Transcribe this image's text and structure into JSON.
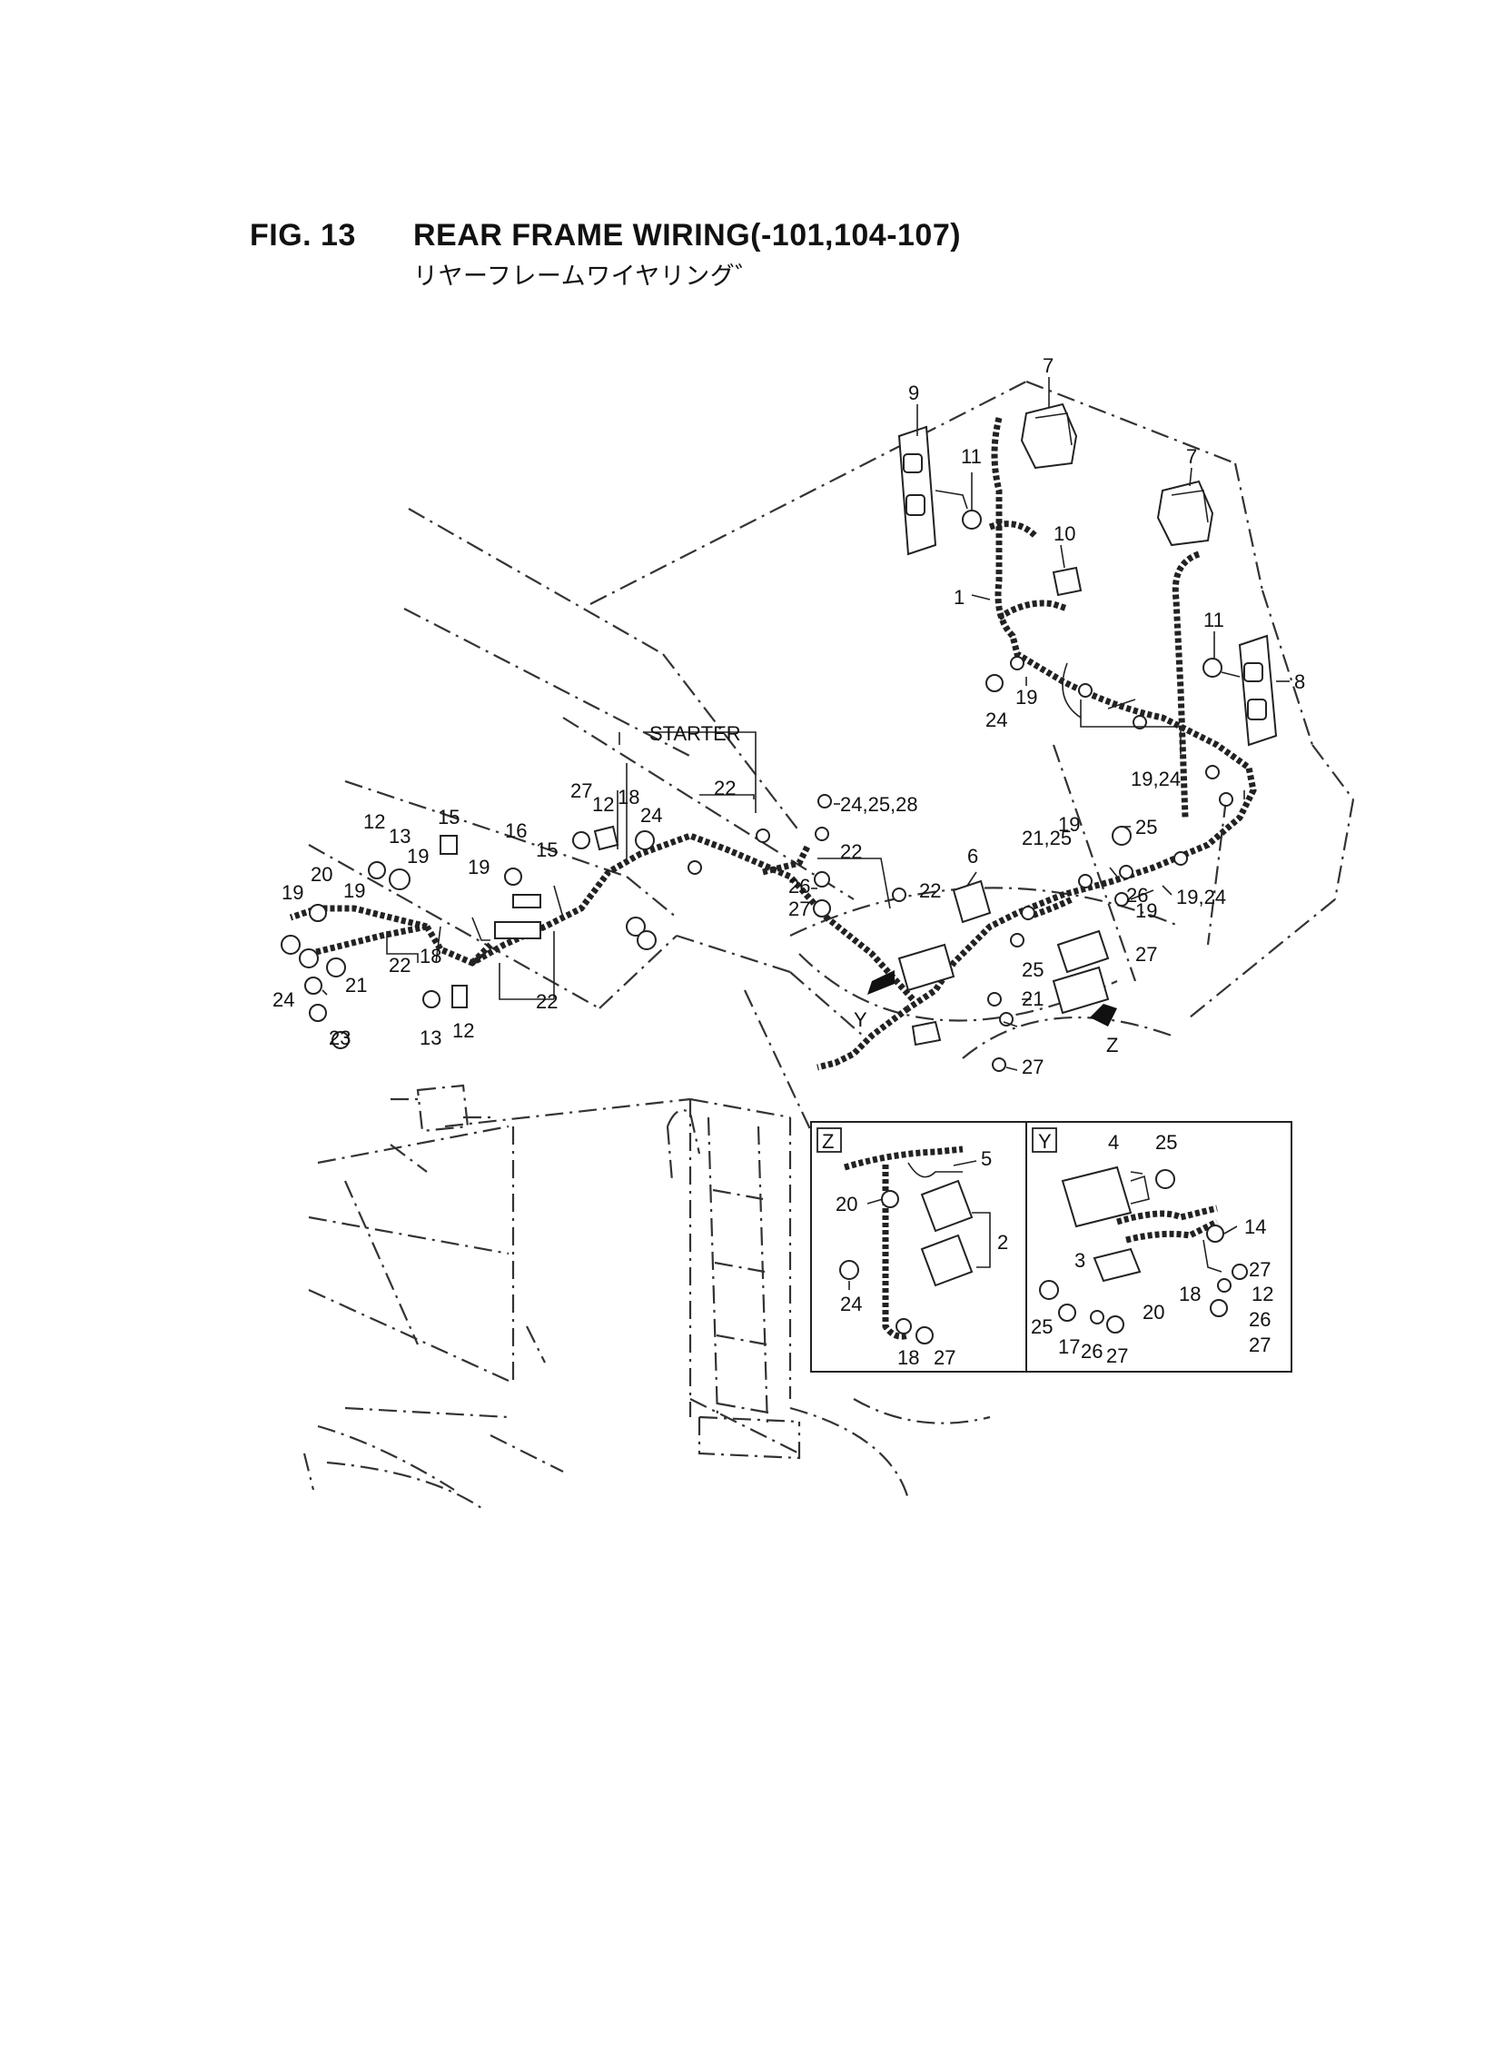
{
  "header": {
    "fig_number": "FIG. 13",
    "title": "REAR FRAME WIRING(-101,104-107)",
    "subtitle": "リヤーフレームワイヤリング゛"
  },
  "main_labels": {
    "starter": "STARTER",
    "view_y_arrow": "Y",
    "view_z_arrow": "Z",
    "c9": "9",
    "c7a": "7",
    "c7b": "7",
    "c11a": "11",
    "c11b": "11",
    "c10": "10",
    "c1": "1",
    "c8": "8",
    "c24a": "24",
    "c19a": "19",
    "c19_24a": "19,24",
    "c19_24b": "19,24",
    "c24_25_28": "24,25,28",
    "c22a": "22",
    "c22b": "22",
    "c22c": "22",
    "c22d": "22",
    "c22e": "22",
    "c26a": "26",
    "c27a": "27",
    "c6": "6",
    "c21_25": "21,25",
    "c19b": "19",
    "c25a": "25",
    "c26b": "26",
    "c19c": "19",
    "c27b": "27",
    "c25b": "25",
    "c21a": "21",
    "c27c": "27",
    "c12a": "12",
    "c13a": "13",
    "c15a": "15",
    "c16": "16",
    "c15b": "15",
    "c27d": "27",
    "c12b": "12",
    "c18a": "18",
    "c24b": "24",
    "c19d": "19",
    "c19e": "19",
    "c20": "20",
    "c19f": "19",
    "c18b": "18",
    "c21b": "21",
    "c24c": "24",
    "c23": "23",
    "c13b": "13",
    "c12c": "12"
  },
  "inset_z": {
    "tag": "Z",
    "c5": "5",
    "c20": "20",
    "c2": "2",
    "c24": "24",
    "c18": "18",
    "c27": "27"
  },
  "inset_y": {
    "tag": "Y",
    "c4": "4",
    "c25a": "25",
    "c14": "14",
    "c3": "3",
    "c27a": "27",
    "c12": "12",
    "c18": "18",
    "c20": "20",
    "c26a": "26",
    "c25b": "25",
    "c17": "17",
    "c26b": "26",
    "c27b": "27",
    "c27c": "27"
  }
}
